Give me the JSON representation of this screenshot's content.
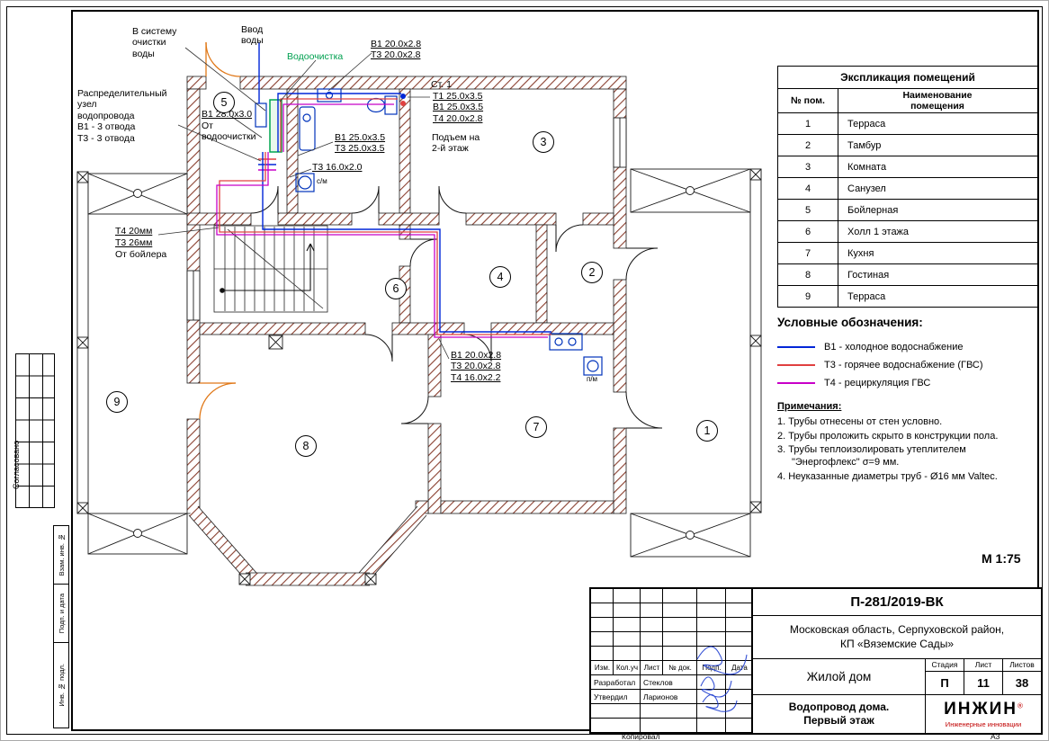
{
  "plan": {
    "annotations": {
      "to_water_treatment": "В систему\nочистки\nводы",
      "water_inlet": "Ввод\nводы",
      "water_treatment": "Водоочистка",
      "pipes_top": "В1 20.0x2.8\nТ3 20.0x2.8",
      "riser_name": "Ст. 1",
      "riser_pipes": "Т1 25.0x3.5\nВ1 25.0x3.5\nТ4 20.0x2.8",
      "stairs_note": "Подъем на\n2-й этаж",
      "distribution_node": "Распределительный\nузел\nводопровода\nВ1 - 3 отвода\nТ3 - 3 отвода",
      "v1_28": "В1 28.0x3.0",
      "from_treatment": "От\nводоочистки",
      "v1_t3_25": "В1 25.0x3.5\nТ3 25.0x3.5",
      "t3_16": "Т3 16.0x2.0",
      "t4_20": "Т4 20мм",
      "t3_26": "Т3 26мм",
      "from_boiler": "От бойлера",
      "kitchen_pipes": "В1 20.0x2.8\nТ3 20.0x2.8\nТ4 16.0x2.2",
      "washing_machine": "с/м",
      "dishwasher": "п/м"
    },
    "rooms": [
      "1",
      "2",
      "3",
      "4",
      "5",
      "6",
      "7",
      "8",
      "9"
    ]
  },
  "explication": {
    "title": "Экспликация помещений",
    "col1": "№ пом.",
    "col2": "Наименование\nпомещения",
    "rows": [
      {
        "num": "1",
        "name": "Терраса"
      },
      {
        "num": "2",
        "name": "Тамбур"
      },
      {
        "num": "3",
        "name": "Комната"
      },
      {
        "num": "4",
        "name": "Санузел"
      },
      {
        "num": "5",
        "name": "Бойлерная"
      },
      {
        "num": "6",
        "name": "Холл 1 этажа"
      },
      {
        "num": "7",
        "name": "Кухня"
      },
      {
        "num": "8",
        "name": "Гостиная"
      },
      {
        "num": "9",
        "name": "Терраса"
      }
    ]
  },
  "legend": {
    "title": "Условные обозначения:",
    "items": [
      {
        "label": "В1 - холодное водоснабжение",
        "color": "#0026d8"
      },
      {
        "label": "Т3 - горячее водоснабжение (ГВС)",
        "color": "#e04040"
      },
      {
        "label": "Т4 - рециркуляция ГВС",
        "color": "#c800c8"
      }
    ]
  },
  "notes": {
    "title": "Примечания:",
    "items": [
      "1.  Трубы отнесены от стен условно.",
      "2.  Трубы проложить скрыто в конструкции пола.",
      "3.  Трубы теплоизолировать утеплителем \"Энергофлекс\" σ=9 мм.",
      "4.  Неуказанные диаметры труб - Ø16 мм Valtec."
    ]
  },
  "scale": "М 1:75",
  "frame": {
    "soglasovano": "Согласовано",
    "vzam": "Взам. инв. №",
    "podp_data": "Подп. и дата",
    "inv_podl": "Инв. № подл.",
    "kopiroval": "Копировал",
    "format": "А3"
  },
  "titleblock": {
    "doc_number": "П-281/2019-ВК",
    "location": "Московская область, Серпуховской район,\nКП «Вяземские Сады»",
    "object": "Жилой дом",
    "drawing_title": "Водопровод дома.\nПервый этаж",
    "stage_label": "Стадия",
    "sheet_label": "Лист",
    "sheets_label": "Листов",
    "stage": "П",
    "sheet": "11",
    "sheets": "38",
    "company": "ИНЖИН",
    "company_reg": "®",
    "company_sub": "Инженерные инновации",
    "cols": [
      "Изм.",
      "Кол.уч",
      "Лист",
      "№ док.",
      "Подп.",
      "Дата"
    ],
    "rows": [
      {
        "role": "Разработал",
        "name": "Стеклов"
      },
      {
        "role": "Утвердил",
        "name": "Ларионов"
      }
    ]
  }
}
